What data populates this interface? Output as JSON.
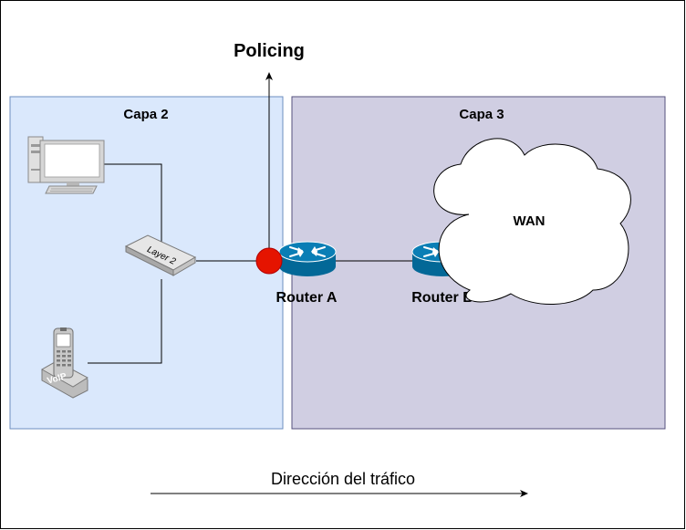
{
  "policing_label": "Policing",
  "zones": {
    "layer2": {
      "label": "Capa 2",
      "fill": "#dae8fc",
      "stroke": "#6c8ebf"
    },
    "layer3": {
      "label": "Capa 3",
      "fill": "#d0cee2",
      "stroke": "#56517e"
    }
  },
  "devices": {
    "switch_label": "Layer 2",
    "phone_label": "VoIP",
    "router_a": "Router A",
    "router_b": "Router B",
    "cloud": "WAN"
  },
  "traffic_direction": "Dirección del tráfico",
  "colors": {
    "router_body": "#036897",
    "router_top": "#0a7eb5",
    "policing_dot": "#e51400",
    "device_gray": "#b8b8b8"
  }
}
